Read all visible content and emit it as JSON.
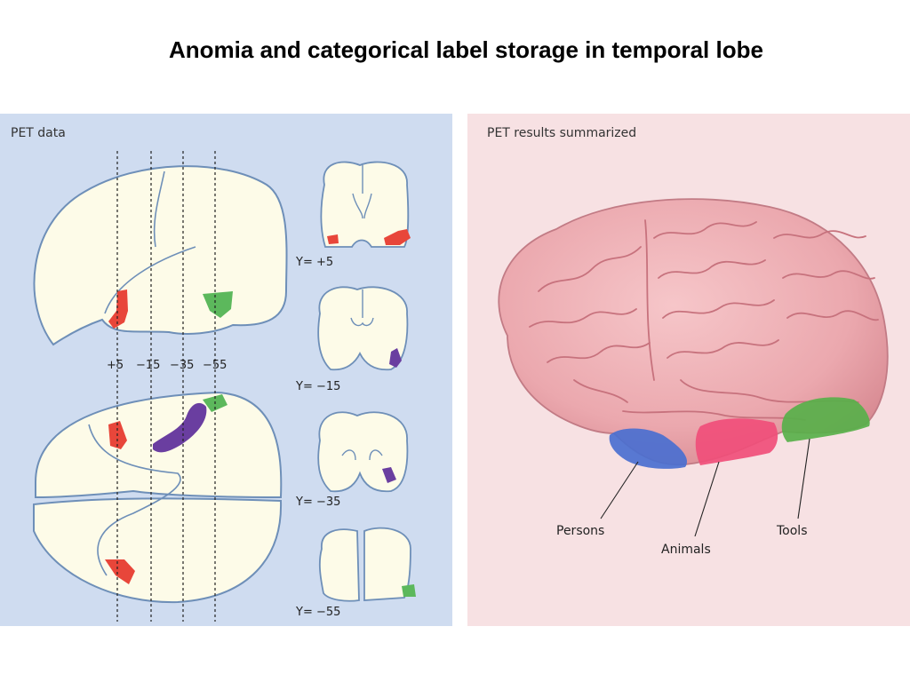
{
  "slide": {
    "title": "Anomia and categorical label storage in temporal lobe"
  },
  "pet_data": {
    "title": "PET data",
    "slice_markers": [
      "+5",
      "−15",
      "−35",
      "−55"
    ],
    "coronal_labels": [
      "Y= +5",
      "Y= −15",
      "Y= −35",
      "Y= −55"
    ]
  },
  "pet_summary": {
    "title": "PET results summarized",
    "regions": [
      "Persons",
      "Animals",
      "Tools"
    ]
  },
  "colors": {
    "left_panel_bg": "#cfdcf0",
    "right_panel_bg": "#f7e1e3",
    "brain_fill": "#fdfbe8",
    "brain_outline": "#6e8fb8",
    "persons_activation": "#e8463a",
    "animals_activation": "#6a3ea0",
    "tools_activation": "#5cb85c",
    "persons_region": "#4a6fd0",
    "animals_region": "#f04e7a",
    "tools_region": "#58b04a"
  }
}
